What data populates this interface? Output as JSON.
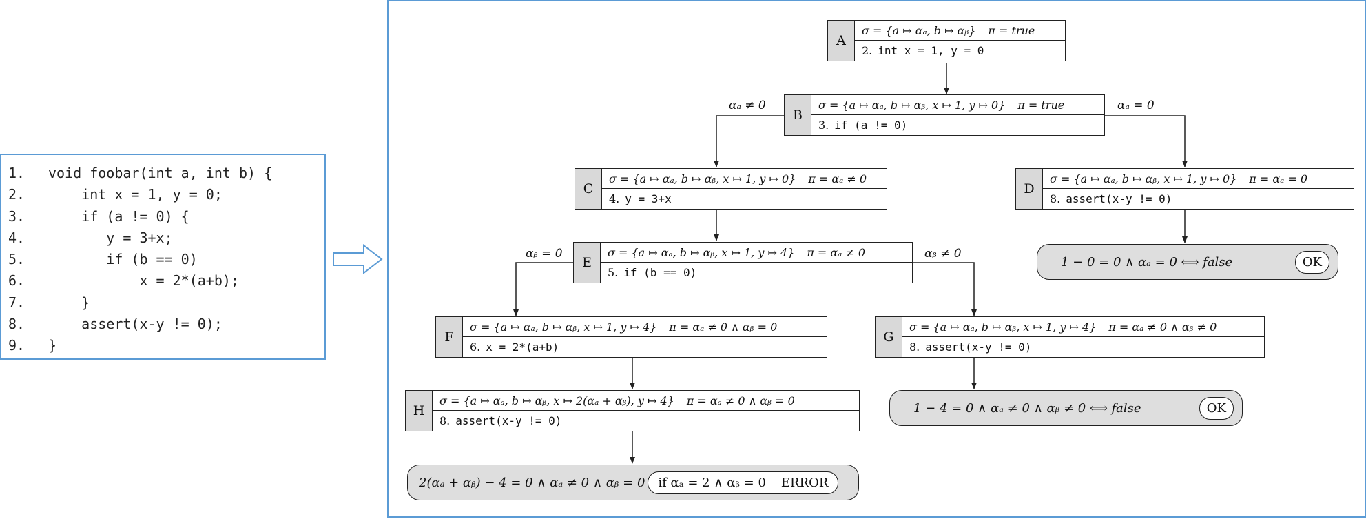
{
  "code": {
    "lines": [
      {
        "num": "1.",
        "text": "void foobar(int a, int b) {"
      },
      {
        "num": "2.",
        "text": "    int x = 1, y = 0;"
      },
      {
        "num": "3.",
        "text": "    if (a != 0) {"
      },
      {
        "num": "4.",
        "text": "       y = 3+x;"
      },
      {
        "num": "5.",
        "text": "       if (b == 0)"
      },
      {
        "num": "6.",
        "text": "           x = 2*(a+b);"
      },
      {
        "num": "7.",
        "text": "    }"
      },
      {
        "num": "8.",
        "text": "    assert(x-y != 0);"
      },
      {
        "num": "9.",
        "text": "}"
      }
    ]
  },
  "nodes": {
    "A": {
      "id": "A",
      "state": "σ = {a ↦ αₐ, b ↦ αᵦ}",
      "pi": "π = true",
      "line_num": "2.",
      "code": "int x = 1, y = 0"
    },
    "B": {
      "id": "B",
      "state": "σ = {a ↦ αₐ, b ↦ αᵦ, x ↦ 1, y ↦ 0}",
      "pi": "π = true",
      "line_num": "3.",
      "code": "if (a != 0)"
    },
    "C": {
      "id": "C",
      "state": "σ = {a ↦ αₐ, b ↦ αᵦ, x ↦ 1, y ↦ 0}",
      "pi": "π = αₐ ≠ 0",
      "line_num": "4.",
      "code": "y = 3+x"
    },
    "D": {
      "id": "D",
      "state": "σ = {a ↦ αₐ, b ↦ αᵦ, x ↦ 1, y ↦ 0}",
      "pi": "π = αₐ = 0",
      "line_num": "8.",
      "code": "assert(x-y != 0)"
    },
    "E": {
      "id": "E",
      "state": "σ = {a ↦ αₐ, b ↦ αᵦ, x ↦ 1, y ↦ 4}",
      "pi": "π = αₐ ≠ 0",
      "line_num": "5.",
      "code": "if (b == 0)"
    },
    "F": {
      "id": "F",
      "state": "σ = {a ↦ αₐ, b ↦ αᵦ, x ↦ 1, y ↦ 4}",
      "pi": "π = αₐ ≠ 0 ∧ αᵦ = 0",
      "line_num": "6.",
      "code": "x = 2*(a+b)"
    },
    "G": {
      "id": "G",
      "state": "σ = {a ↦ αₐ, b ↦ αᵦ, x ↦ 1, y ↦ 4}",
      "pi": "π = αₐ ≠ 0 ∧ αᵦ ≠ 0",
      "line_num": "8.",
      "code": "assert(x-y != 0)"
    },
    "H": {
      "id": "H",
      "state": "σ = {a ↦ αₐ, b ↦ αᵦ, x ↦ 2(αₐ + αᵦ), y ↦ 4}",
      "pi": "π = αₐ ≠ 0 ∧ αᵦ = 0",
      "line_num": "8.",
      "code": "assert(x-y != 0)"
    }
  },
  "results": {
    "D": {
      "formula": "1 − 0 = 0 ∧ αₐ = 0 ⟺ false",
      "badge": "OK"
    },
    "G": {
      "formula": "1 − 4 = 0 ∧ αₐ ≠ 0 ∧ αᵦ ≠ 0 ⟺ false",
      "badge": "OK"
    },
    "H": {
      "formula": "2(αₐ + αᵦ) − 4 = 0 ∧ αₐ ≠ 0 ∧ αᵦ = 0",
      "badge_cond": "if  αₐ = 2 ∧ αᵦ = 0",
      "badge": "ERROR"
    }
  },
  "edge_labels": {
    "b_to_c": "αₐ ≠ 0",
    "b_to_d": "αₐ = 0",
    "e_to_f": "αᵦ = 0",
    "e_to_g": "αᵦ ≠ 0"
  },
  "colors": {
    "panel_border": "#5b9bd5",
    "id_cell": "#d9d9d9",
    "result_fill": "#dedede"
  }
}
